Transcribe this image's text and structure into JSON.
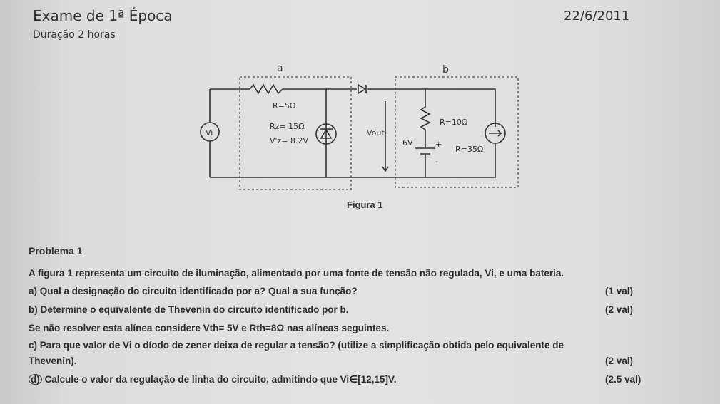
{
  "header": {
    "title": "Exame de 1ª Época",
    "date": "22/6/2011",
    "duration": "Duração 2 horas"
  },
  "figure": {
    "label_a": "a",
    "label_b": "b",
    "r_series": "R=5Ω",
    "rz": "Rz= 15Ω",
    "vz": "V'z= 8.2V",
    "vi": "Vi",
    "vout": "Vout",
    "r_10": "R=10Ω",
    "battery": "6V",
    "plus": "+",
    "minus": "-",
    "r_35": "R=35Ω",
    "caption": "Figura 1"
  },
  "problem": {
    "title": "Problema 1",
    "intro": "A figura 1 representa um circuito de iluminação, alimentado por uma fonte de tensão não regulada, Vi, e uma bateria.",
    "qa": "a) Qual a designação do circuito identificado por a? Qual a sua função?",
    "qa_pts": "(1 val)",
    "qb": "b) Determine o equivalente de Thevenin do circuito identificado por b.",
    "qb_pts": "(2 val)",
    "note": "Se não resolver esta alínea considere Vth= 5V e Rth=8Ω nas alíneas seguintes.",
    "qc_line1": "c) Para que valor de Vi o díodo de zener deixa de regular a tensão? (utilize a simplificação obtida pelo equivalente de",
    "qc_line2": "Thevenin).",
    "qc_pts": "(2 val)",
    "qd_letter": "d)",
    "qd": "Calcule o valor da regulação de linha do circuito, admitindo que Vi∈[12,15]V.",
    "qd_pts": "(2.5 val)"
  }
}
